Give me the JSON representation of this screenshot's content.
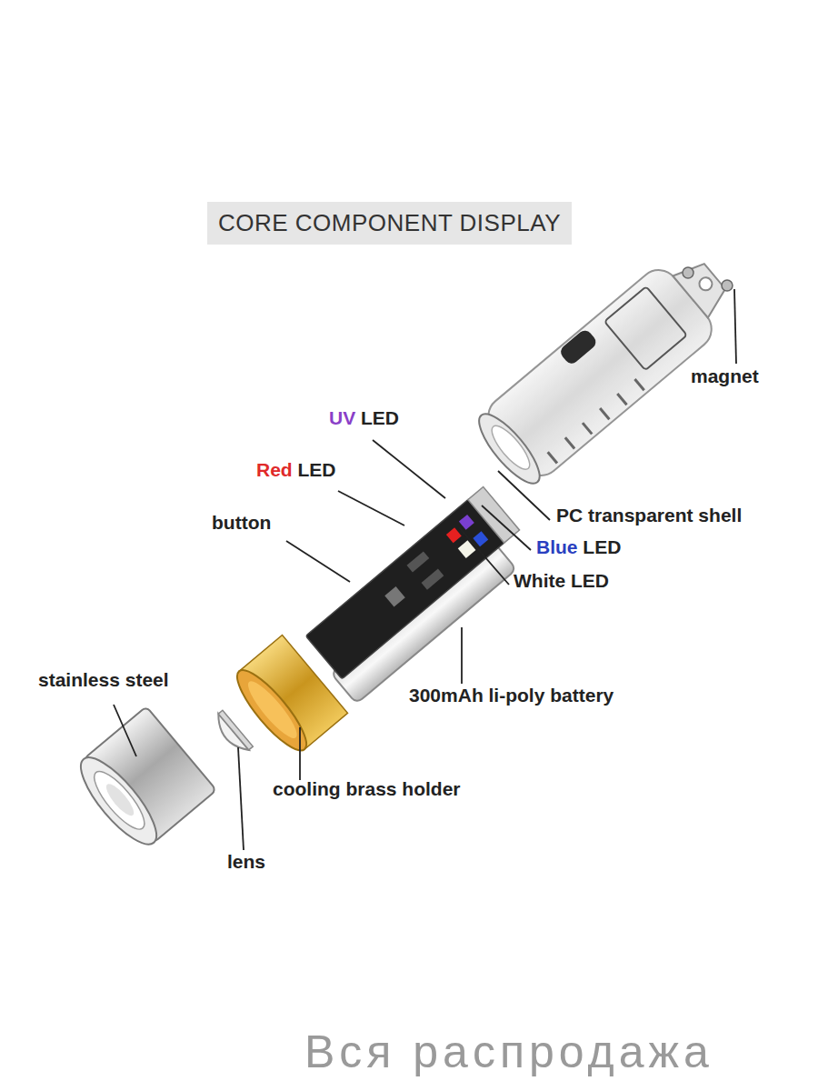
{
  "diagram": {
    "title": "CORE COMPONENT DISPLAY",
    "labels": [
      "magnet",
      "UV LED",
      "Red LED",
      "button",
      "PC transparent shell",
      "Blue LED",
      "White LED",
      "stainless steel",
      "300mAh li-poly battery",
      "cooling brass holder",
      "lens",
      "Вся распродажа"
    ]
  }
}
